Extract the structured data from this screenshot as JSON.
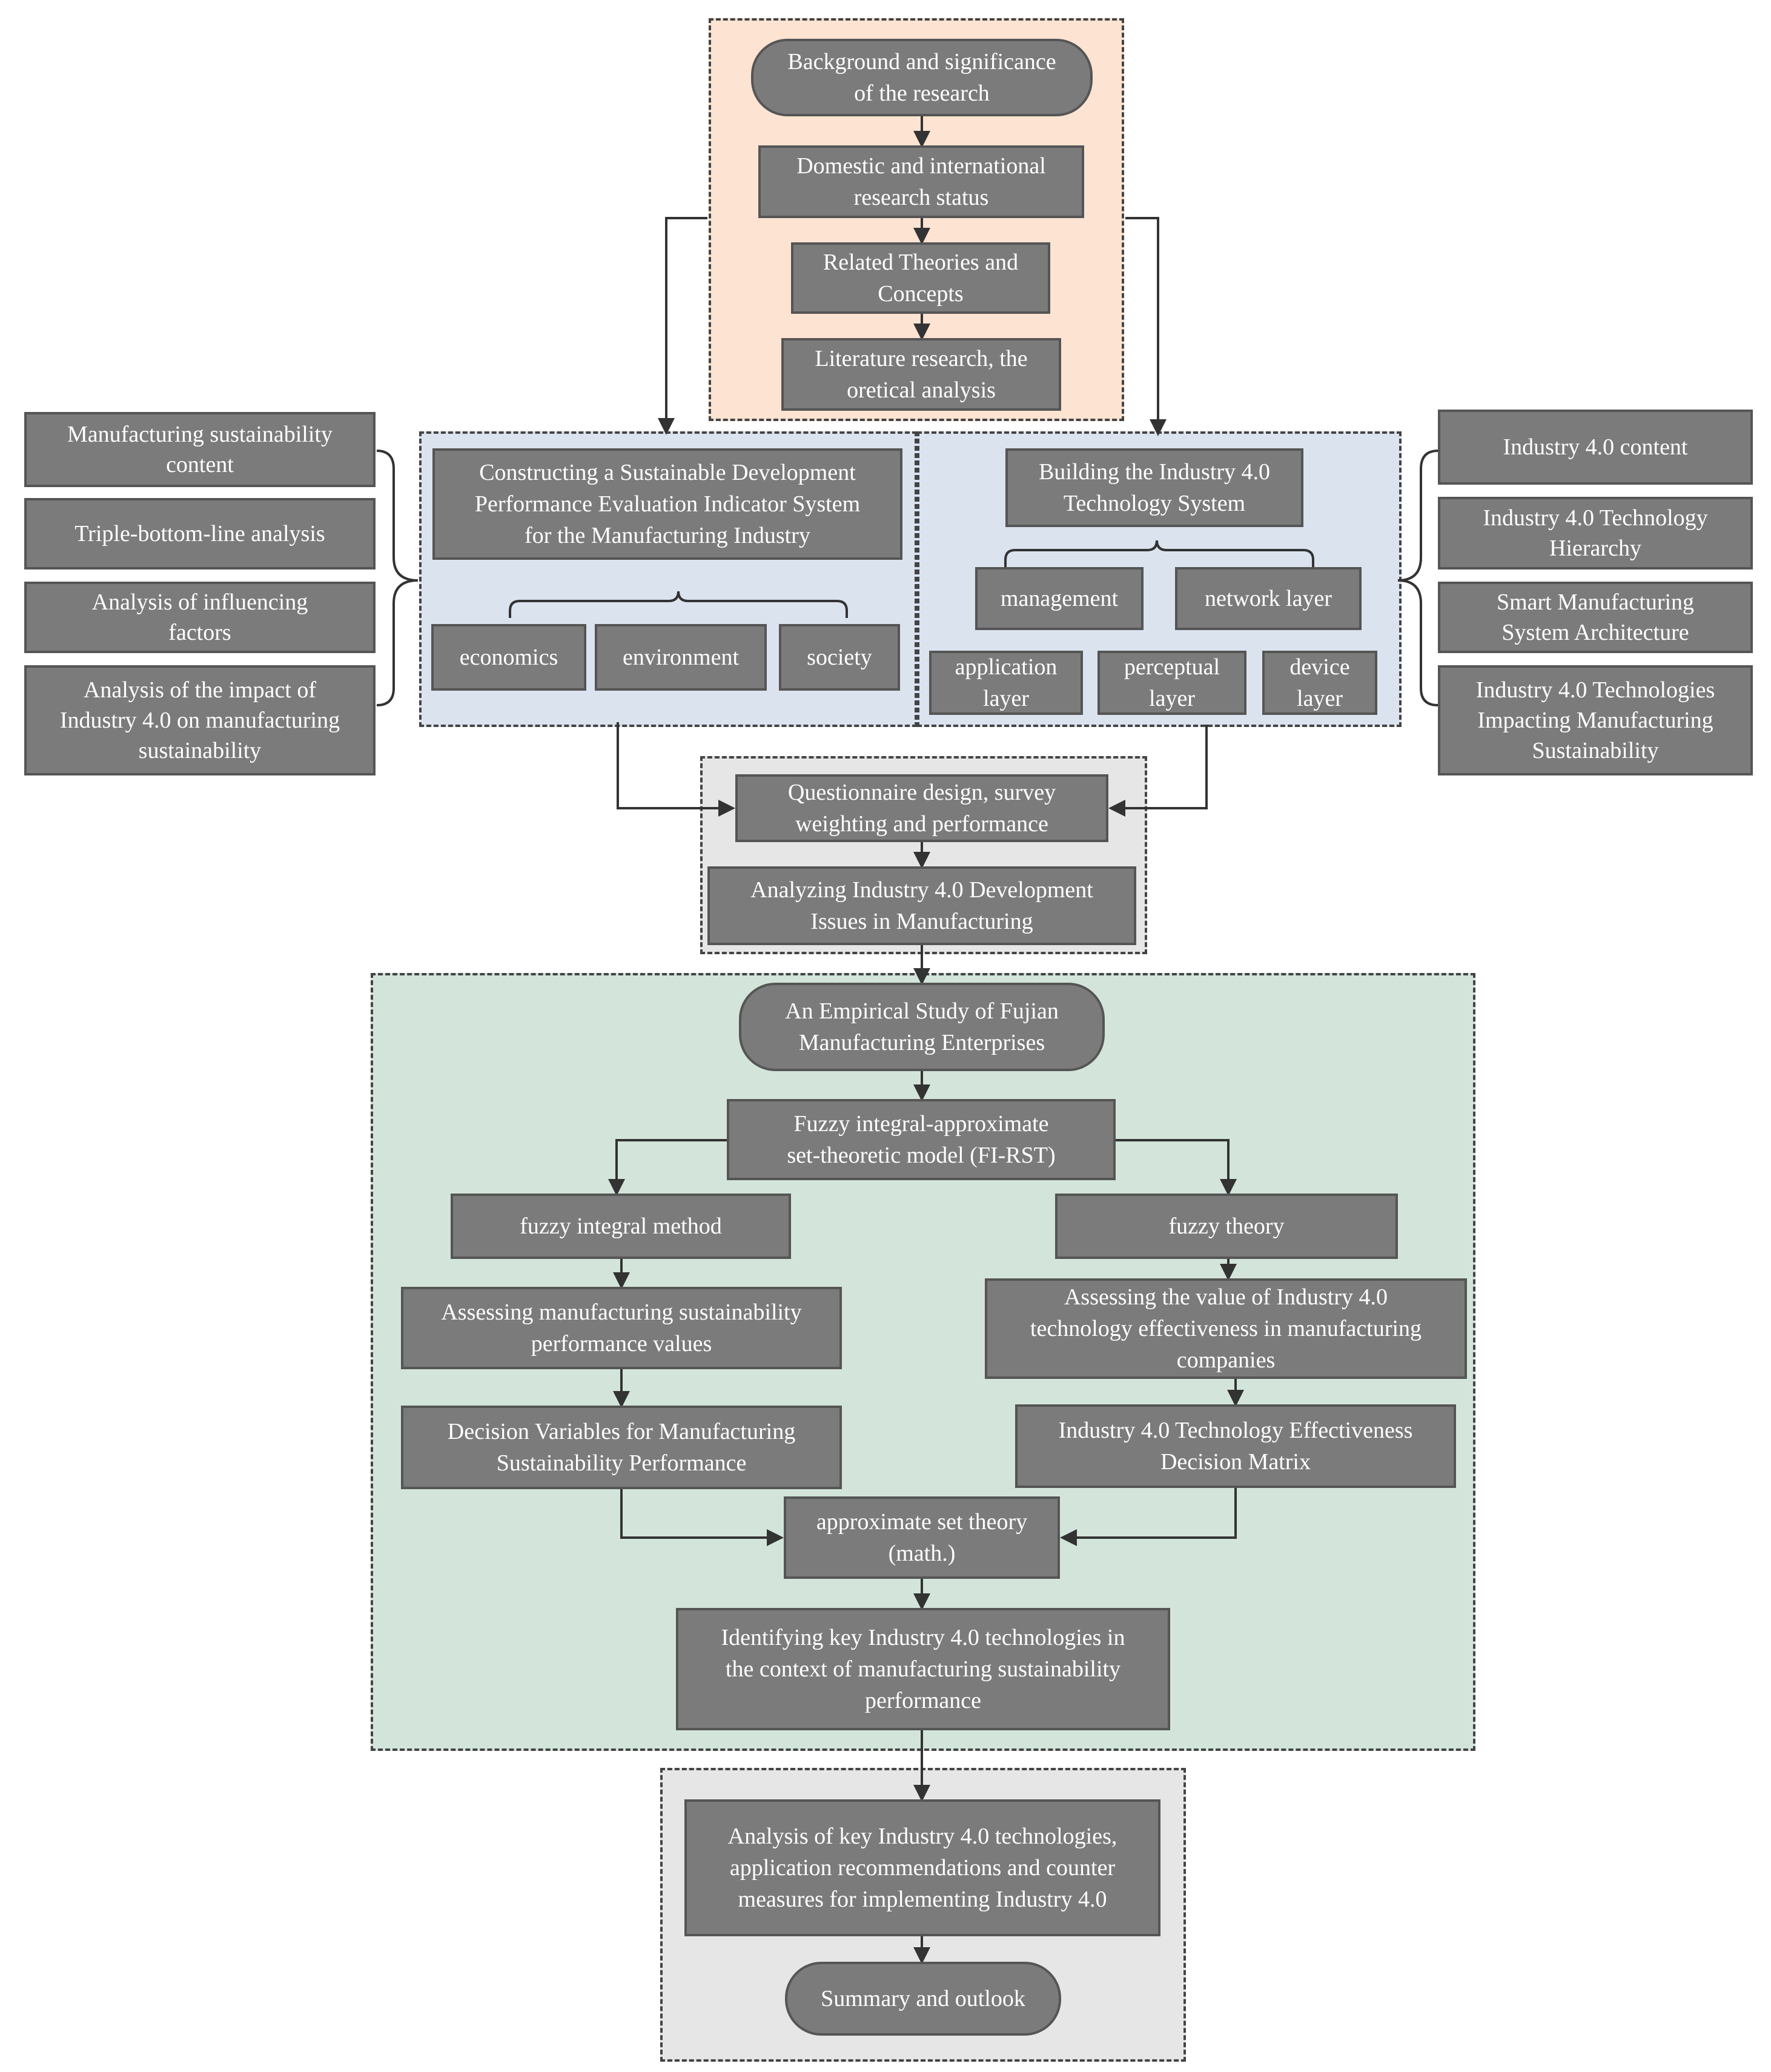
{
  "colors": {
    "node_fill": "#7b7b7b",
    "node_border": "#555555",
    "node_text": "#ffffff",
    "group_top": "#fde3d2",
    "group_middle": "#dbe3ef",
    "group_gray": "#e6e6e6",
    "group_green": "#d3e5da",
    "line": "#333333"
  },
  "nodes": {
    "background": "Background and significance\nof the research",
    "status": "Domestic and international\nresearch status",
    "theories": "Related Theories and\nConcepts",
    "literature": "Literature research, the\noretical analysis",
    "constructing": "Constructing a Sustainable Development\nPerformance Evaluation Indicator System\nfor the Manufacturing Industry",
    "economics": "economics",
    "environment": "environment",
    "society": "society",
    "building": "Building the Industry 4.0\nTechnology System",
    "management": "management",
    "network_layer": "network layer",
    "application_layer": "application\nlayer",
    "perceptual_layer": "perceptual\nlayer",
    "device_layer": "device\nlayer",
    "left_1": "Manufacturing sustainability\ncontent",
    "left_2": "Triple-bottom-line analysis",
    "left_3": "Analysis of influencing\nfactors",
    "left_4": "Analysis of the impact of\nIndustry 4.0 on manufacturing\nsustainability",
    "right_1": "Industry 4.0 content",
    "right_2": "Industry 4.0 Technology\nHierarchy",
    "right_3": "Smart Manufacturing\nSystem Architecture",
    "right_4": "Industry 4.0 Technologies\nImpacting Manufacturing\nSustainability",
    "questionnaire": "Questionnaire design, survey\nweighting and performance",
    "analyzing": "Analyzing Industry 4.0 Development\nIssues in Manufacturing",
    "empirical": "An Empirical Study of Fujian\nManufacturing Enterprises",
    "firstmodel": "Fuzzy integral-approximate\nset-theoretic model (FI-RST)",
    "fuzzy_integral": "fuzzy integral method",
    "fuzzy_theory": "fuzzy theory",
    "assess_sust": "Assessing manufacturing sustainability\nperformance values",
    "assess_tech": "Assessing the value of Industry 4.0\ntechnology effectiveness in manufacturing\ncompanies",
    "decision_vars": "Decision Variables for Manufacturing\nSustainability Performance",
    "decision_matrix": "Industry 4.0 Technology Effectiveness\nDecision Matrix",
    "approx": "approximate set theory\n(math.)",
    "identifying": "Identifying key Industry 4.0 technologies in\nthe context of manufacturing sustainability\nperformance",
    "analysis_key": "Analysis of key Industry 4.0 technologies,\napplication recommendations and counter\nmeasures for implementing Industry 4.0",
    "summary": "Summary and outlook"
  }
}
